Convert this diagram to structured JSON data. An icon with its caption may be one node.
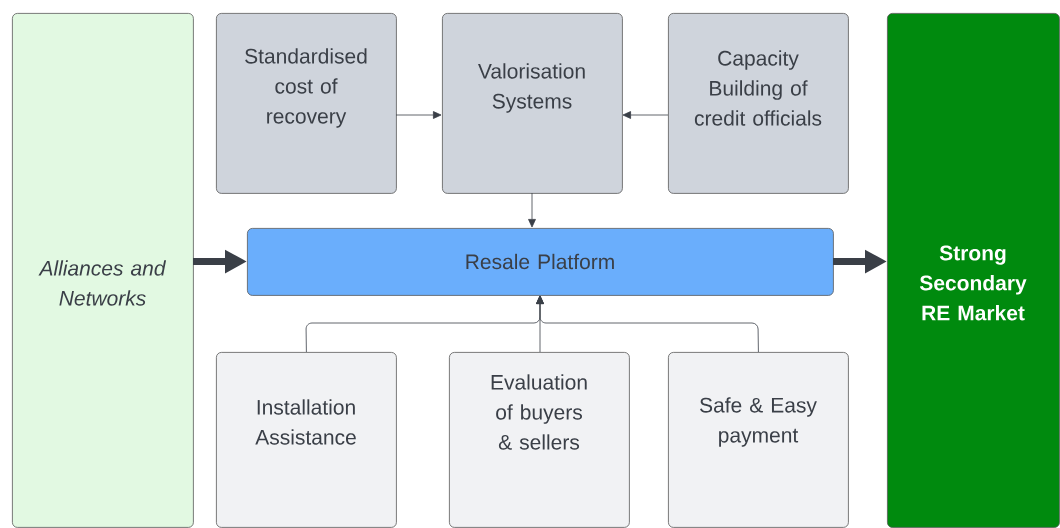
{
  "diagram": {
    "nodes": [
      {
        "text": [
          "Alliances and Networks"
        ]
      },
      {
        "text": [
          "Standardised cost of recovery"
        ]
      },
      {
        "text": [
          "Valorisation Systems"
        ]
      },
      {
        "text": [
          "Capacity Building of credit officials"
        ]
      },
      {
        "text": [
          "Resale Platform"
        ]
      },
      {
        "text": [
          "Strong Secondary RE Market"
        ]
      },
      {
        "text": [
          "Installation Assistance"
        ]
      },
      {
        "text": [
          "Evaluation of buyers & sellers"
        ]
      },
      {
        "text": [
          "Safe & Easy payment"
        ]
      }
    ],
    "edges": [
      {
        "from": 1,
        "to": 2,
        "arrow": "to"
      },
      {
        "from": 3,
        "to": 2,
        "arrow": "to"
      },
      {
        "from": 2,
        "to": 4,
        "arrow": "to"
      },
      {
        "from": 0,
        "to": 4,
        "arrow": "to",
        "style": "thick"
      },
      {
        "from": 4,
        "to": 5,
        "arrow": "to",
        "style": "thick"
      },
      {
        "from": 6,
        "to": 4,
        "arrow": "to"
      },
      {
        "from": 7,
        "to": 4,
        "arrow": "to"
      },
      {
        "from": 8,
        "to": 4,
        "arrow": "to"
      }
    ]
  }
}
